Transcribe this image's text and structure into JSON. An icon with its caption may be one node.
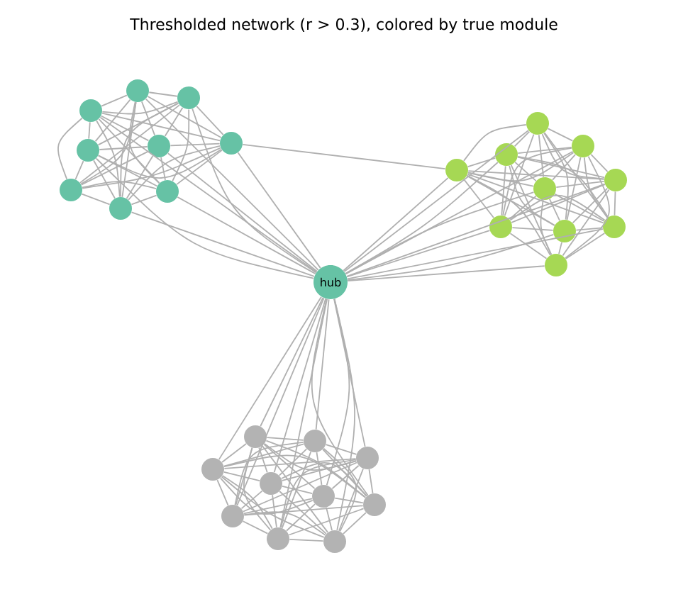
{
  "diagram": {
    "title": "Thresholded network (r > 0.3), colored by true module",
    "nodes": [
      {
        "text": [
          "hub"
        ]
      },
      {
        "text": [],
        "shape": "circle"
      },
      {
        "text": [],
        "shape": "circle"
      },
      {
        "text": [],
        "shape": "circle"
      },
      {
        "text": [],
        "shape": "circle"
      },
      {
        "text": [],
        "shape": "circle"
      },
      {
        "text": [],
        "shape": "circle"
      },
      {
        "text": [],
        "shape": "circle"
      },
      {
        "text": [],
        "shape": "circle"
      },
      {
        "text": [],
        "shape": "circle"
      },
      {
        "text": [],
        "shape": "circle"
      },
      {
        "text": [],
        "shape": "circle"
      },
      {
        "text": [],
        "shape": "circle"
      },
      {
        "text": [],
        "shape": "circle"
      },
      {
        "text": [],
        "shape": "circle"
      },
      {
        "text": [],
        "shape": "circle"
      },
      {
        "text": [],
        "shape": "circle"
      },
      {
        "text": [],
        "shape": "circle"
      },
      {
        "text": [],
        "shape": "circle"
      },
      {
        "text": [],
        "shape": "circle"
      },
      {
        "text": [],
        "shape": "circle"
      },
      {
        "text": [],
        "shape": "circle"
      },
      {
        "text": [],
        "shape": "circle"
      },
      {
        "text": [],
        "shape": "circle"
      },
      {
        "text": [],
        "shape": "circle"
      },
      {
        "text": [],
        "shape": "circle"
      },
      {
        "text": [],
        "shape": "circle"
      },
      {
        "text": [],
        "shape": "circle"
      },
      {
        "text": [],
        "shape": "circle"
      },
      {
        "text": [],
        "shape": "circle"
      }
    ],
    "edges": [
      {
        "from": 0,
        "to": 1,
        "arrow": "none"
      },
      {
        "from": 0,
        "to": 2,
        "arrow": "none"
      },
      {
        "from": 0,
        "to": 3,
        "arrow": "none"
      },
      {
        "from": 0,
        "to": 4,
        "arrow": "none"
      },
      {
        "from": 0,
        "to": 5,
        "arrow": "none"
      },
      {
        "from": 0,
        "to": 6,
        "arrow": "none"
      },
      {
        "from": 0,
        "to": 8,
        "arrow": "none"
      },
      {
        "from": 0,
        "to": 9,
        "arrow": "none"
      },
      {
        "from": 0,
        "to": 10,
        "arrow": "none"
      },
      {
        "from": 0,
        "to": 11,
        "arrow": "none"
      },
      {
        "from": 0,
        "to": 12,
        "arrow": "none"
      },
      {
        "from": 0,
        "to": 13,
        "arrow": "none"
      },
      {
        "from": 0,
        "to": 14,
        "arrow": "none"
      },
      {
        "from": 0,
        "to": 15,
        "arrow": "none"
      },
      {
        "from": 0,
        "to": 16,
        "arrow": "none"
      },
      {
        "from": 0,
        "to": 17,
        "arrow": "none"
      },
      {
        "from": 0,
        "to": 18,
        "arrow": "none"
      },
      {
        "from": 0,
        "to": 19,
        "arrow": "none"
      },
      {
        "from": 0,
        "to": 20,
        "arrow": "none"
      },
      {
        "from": 0,
        "to": 21,
        "arrow": "none"
      },
      {
        "from": 0,
        "to": 22,
        "arrow": "none"
      },
      {
        "from": 0,
        "to": 23,
        "arrow": "none"
      },
      {
        "from": 0,
        "to": 24,
        "arrow": "none"
      },
      {
        "from": 0,
        "to": 25,
        "arrow": "none"
      },
      {
        "from": 0,
        "to": 26,
        "arrow": "none"
      },
      {
        "from": 0,
        "to": 27,
        "arrow": "none"
      },
      {
        "from": 0,
        "to": 28,
        "arrow": "none"
      },
      {
        "from": 0,
        "to": 29,
        "arrow": "none"
      },
      {
        "from": 6,
        "to": 12,
        "arrow": "none"
      },
      {
        "from": 1,
        "to": 2,
        "arrow": "none"
      },
      {
        "from": 1,
        "to": 3,
        "arrow": "none"
      },
      {
        "from": 1,
        "to": 4,
        "arrow": "none"
      },
      {
        "from": 1,
        "to": 5,
        "arrow": "none"
      },
      {
        "from": 1,
        "to": 6,
        "arrow": "none"
      },
      {
        "from": 1,
        "to": 7,
        "arrow": "none"
      },
      {
        "from": 1,
        "to": 8,
        "arrow": "none"
      },
      {
        "from": 1,
        "to": 9,
        "arrow": "none"
      },
      {
        "from": 2,
        "to": 3,
        "arrow": "none"
      },
      {
        "from": 2,
        "to": 4,
        "arrow": "none"
      },
      {
        "from": 2,
        "to": 5,
        "arrow": "none"
      },
      {
        "from": 2,
        "to": 6,
        "arrow": "none"
      },
      {
        "from": 2,
        "to": 7,
        "arrow": "none"
      },
      {
        "from": 2,
        "to": 8,
        "arrow": "none"
      },
      {
        "from": 2,
        "to": 9,
        "arrow": "none"
      },
      {
        "from": 3,
        "to": 4,
        "arrow": "none"
      },
      {
        "from": 3,
        "to": 5,
        "arrow": "none"
      },
      {
        "from": 3,
        "to": 6,
        "arrow": "none"
      },
      {
        "from": 3,
        "to": 7,
        "arrow": "none"
      },
      {
        "from": 3,
        "to": 8,
        "arrow": "none"
      },
      {
        "from": 3,
        "to": 9,
        "arrow": "none"
      },
      {
        "from": 4,
        "to": 5,
        "arrow": "none"
      },
      {
        "from": 4,
        "to": 6,
        "arrow": "none"
      },
      {
        "from": 4,
        "to": 7,
        "arrow": "none"
      },
      {
        "from": 4,
        "to": 8,
        "arrow": "none"
      },
      {
        "from": 4,
        "to": 9,
        "arrow": "none"
      },
      {
        "from": 5,
        "to": 6,
        "arrow": "none"
      },
      {
        "from": 5,
        "to": 7,
        "arrow": "none"
      },
      {
        "from": 5,
        "to": 8,
        "arrow": "none"
      },
      {
        "from": 5,
        "to": 9,
        "arrow": "none"
      },
      {
        "from": 6,
        "to": 7,
        "arrow": "none"
      },
      {
        "from": 6,
        "to": 8,
        "arrow": "none"
      },
      {
        "from": 6,
        "to": 9,
        "arrow": "none"
      },
      {
        "from": 7,
        "to": 8,
        "arrow": "none"
      },
      {
        "from": 7,
        "to": 9,
        "arrow": "none"
      },
      {
        "from": 8,
        "to": 9,
        "arrow": "none"
      },
      {
        "from": 10,
        "to": 11,
        "arrow": "none"
      },
      {
        "from": 10,
        "to": 12,
        "arrow": "none"
      },
      {
        "from": 10,
        "to": 13,
        "arrow": "none"
      },
      {
        "from": 10,
        "to": 14,
        "arrow": "none"
      },
      {
        "from": 10,
        "to": 15,
        "arrow": "none"
      },
      {
        "from": 10,
        "to": 16,
        "arrow": "none"
      },
      {
        "from": 10,
        "to": 17,
        "arrow": "none"
      },
      {
        "from": 10,
        "to": 18,
        "arrow": "none"
      },
      {
        "from": 11,
        "to": 12,
        "arrow": "none"
      },
      {
        "from": 11,
        "to": 13,
        "arrow": "none"
      },
      {
        "from": 11,
        "to": 14,
        "arrow": "none"
      },
      {
        "from": 11,
        "to": 15,
        "arrow": "none"
      },
      {
        "from": 11,
        "to": 16,
        "arrow": "none"
      },
      {
        "from": 11,
        "to": 17,
        "arrow": "none"
      },
      {
        "from": 11,
        "to": 18,
        "arrow": "none"
      },
      {
        "from": 11,
        "to": 19,
        "arrow": "none"
      },
      {
        "from": 12,
        "to": 13,
        "arrow": "none"
      },
      {
        "from": 12,
        "to": 14,
        "arrow": "none"
      },
      {
        "from": 12,
        "to": 15,
        "arrow": "none"
      },
      {
        "from": 12,
        "to": 16,
        "arrow": "none"
      },
      {
        "from": 12,
        "to": 17,
        "arrow": "none"
      },
      {
        "from": 12,
        "to": 18,
        "arrow": "none"
      },
      {
        "from": 12,
        "to": 19,
        "arrow": "none"
      },
      {
        "from": 13,
        "to": 14,
        "arrow": "none"
      },
      {
        "from": 13,
        "to": 15,
        "arrow": "none"
      },
      {
        "from": 13,
        "to": 16,
        "arrow": "none"
      },
      {
        "from": 13,
        "to": 17,
        "arrow": "none"
      },
      {
        "from": 13,
        "to": 18,
        "arrow": "none"
      },
      {
        "from": 13,
        "to": 19,
        "arrow": "none"
      },
      {
        "from": 14,
        "to": 15,
        "arrow": "none"
      },
      {
        "from": 14,
        "to": 16,
        "arrow": "none"
      },
      {
        "from": 14,
        "to": 17,
        "arrow": "none"
      },
      {
        "from": 14,
        "to": 18,
        "arrow": "none"
      },
      {
        "from": 14,
        "to": 19,
        "arrow": "none"
      },
      {
        "from": 15,
        "to": 16,
        "arrow": "none"
      },
      {
        "from": 15,
        "to": 17,
        "arrow": "none"
      },
      {
        "from": 15,
        "to": 18,
        "arrow": "none"
      },
      {
        "from": 15,
        "to": 19,
        "arrow": "none"
      },
      {
        "from": 16,
        "to": 17,
        "arrow": "none"
      },
      {
        "from": 16,
        "to": 18,
        "arrow": "none"
      },
      {
        "from": 16,
        "to": 19,
        "arrow": "none"
      },
      {
        "from": 17,
        "to": 18,
        "arrow": "none"
      },
      {
        "from": 17,
        "to": 19,
        "arrow": "none"
      },
      {
        "from": 18,
        "to": 19,
        "arrow": "none"
      },
      {
        "from": 20,
        "to": 21,
        "arrow": "none"
      },
      {
        "from": 20,
        "to": 22,
        "arrow": "none"
      },
      {
        "from": 20,
        "to": 23,
        "arrow": "none"
      },
      {
        "from": 20,
        "to": 24,
        "arrow": "none"
      },
      {
        "from": 20,
        "to": 25,
        "arrow": "none"
      },
      {
        "from": 20,
        "to": 26,
        "arrow": "none"
      },
      {
        "from": 20,
        "to": 27,
        "arrow": "none"
      },
      {
        "from": 20,
        "to": 28,
        "arrow": "none"
      },
      {
        "from": 20,
        "to": 29,
        "arrow": "none"
      },
      {
        "from": 21,
        "to": 22,
        "arrow": "none"
      },
      {
        "from": 21,
        "to": 23,
        "arrow": "none"
      },
      {
        "from": 21,
        "to": 24,
        "arrow": "none"
      },
      {
        "from": 21,
        "to": 25,
        "arrow": "none"
      },
      {
        "from": 21,
        "to": 26,
        "arrow": "none"
      },
      {
        "from": 21,
        "to": 27,
        "arrow": "none"
      },
      {
        "from": 21,
        "to": 28,
        "arrow": "none"
      },
      {
        "from": 21,
        "to": 29,
        "arrow": "none"
      },
      {
        "from": 22,
        "to": 23,
        "arrow": "none"
      },
      {
        "from": 22,
        "to": 24,
        "arrow": "none"
      },
      {
        "from": 22,
        "to": 25,
        "arrow": "none"
      },
      {
        "from": 22,
        "to": 26,
        "arrow": "none"
      },
      {
        "from": 22,
        "to": 27,
        "arrow": "none"
      },
      {
        "from": 22,
        "to": 28,
        "arrow": "none"
      },
      {
        "from": 22,
        "to": 29,
        "arrow": "none"
      },
      {
        "from": 23,
        "to": 24,
        "arrow": "none"
      },
      {
        "from": 23,
        "to": 25,
        "arrow": "none"
      },
      {
        "from": 23,
        "to": 26,
        "arrow": "none"
      },
      {
        "from": 23,
        "to": 27,
        "arrow": "none"
      },
      {
        "from": 23,
        "to": 28,
        "arrow": "none"
      },
      {
        "from": 23,
        "to": 29,
        "arrow": "none"
      },
      {
        "from": 24,
        "to": 25,
        "arrow": "none"
      },
      {
        "from": 24,
        "to": 26,
        "arrow": "none"
      },
      {
        "from": 24,
        "to": 27,
        "arrow": "none"
      },
      {
        "from": 24,
        "to": 28,
        "arrow": "none"
      },
      {
        "from": 24,
        "to": 29,
        "arrow": "none"
      },
      {
        "from": 25,
        "to": 26,
        "arrow": "none"
      },
      {
        "from": 25,
        "to": 27,
        "arrow": "none"
      },
      {
        "from": 25,
        "to": 28,
        "arrow": "none"
      },
      {
        "from": 25,
        "to": 29,
        "arrow": "none"
      },
      {
        "from": 26,
        "to": 27,
        "arrow": "none"
      },
      {
        "from": 26,
        "to": 28,
        "arrow": "none"
      },
      {
        "from": 26,
        "to": 29,
        "arrow": "none"
      },
      {
        "from": 27,
        "to": 28,
        "arrow": "none"
      },
      {
        "from": 27,
        "to": 29,
        "arrow": "none"
      },
      {
        "from": 28,
        "to": 29,
        "arrow": "none"
      }
    ]
  }
}
